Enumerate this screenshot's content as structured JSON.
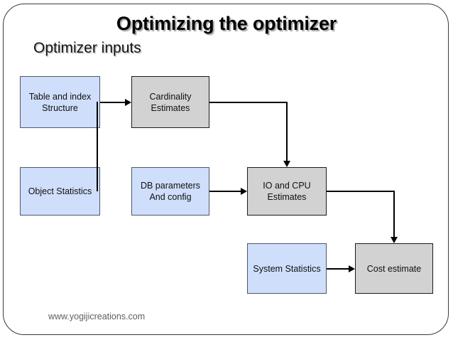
{
  "slide": {
    "title": "Optimizing the optimizer",
    "subtitle": "Optimizer inputs",
    "footer": "www.yogijicreations.com"
  },
  "colors": {
    "blue_fill": "#cfdefa",
    "grey_fill": "#d2d2d2",
    "border": "#20242b",
    "connector": "#000000",
    "footer_text": "#5e5e5e"
  },
  "diagram": {
    "nodes": [
      {
        "id": "table-and-index-structure",
        "label": "Table and index\nStructure",
        "line1": "Table and index",
        "line2": "Structure",
        "style": "blue"
      },
      {
        "id": "cardinality-estimates",
        "label": "Cardinality\nEstimates",
        "line1": "Cardinality",
        "line2": "Estimates",
        "style": "grey"
      },
      {
        "id": "object-statistics",
        "label": "Object Statistics",
        "line1": "Object Statistics",
        "line2": "",
        "style": "blue"
      },
      {
        "id": "db-parameters-and-config",
        "label": "DB parameters\nAnd config",
        "line1": "DB parameters",
        "line2": "And config",
        "style": "blue"
      },
      {
        "id": "io-and-cpu-estimates",
        "label": "IO and CPU\nEstimates",
        "line1": "IO and CPU",
        "line2": "Estimates",
        "style": "grey"
      },
      {
        "id": "system-statistics",
        "label": "System Statistics",
        "line1": "System Statistics",
        "line2": "",
        "style": "blue"
      },
      {
        "id": "cost-estimate",
        "label": "Cost estimate",
        "line1": "Cost estimate",
        "line2": "",
        "style": "grey"
      }
    ],
    "edges": [
      {
        "from": "table-and-index-structure",
        "to": "cardinality-estimates"
      },
      {
        "from": "object-statistics",
        "to": "cardinality-estimates"
      },
      {
        "from": "cardinality-estimates",
        "to": "io-and-cpu-estimates"
      },
      {
        "from": "db-parameters-and-config",
        "to": "io-and-cpu-estimates"
      },
      {
        "from": "io-and-cpu-estimates",
        "to": "cost-estimate"
      },
      {
        "from": "system-statistics",
        "to": "cost-estimate"
      }
    ]
  }
}
